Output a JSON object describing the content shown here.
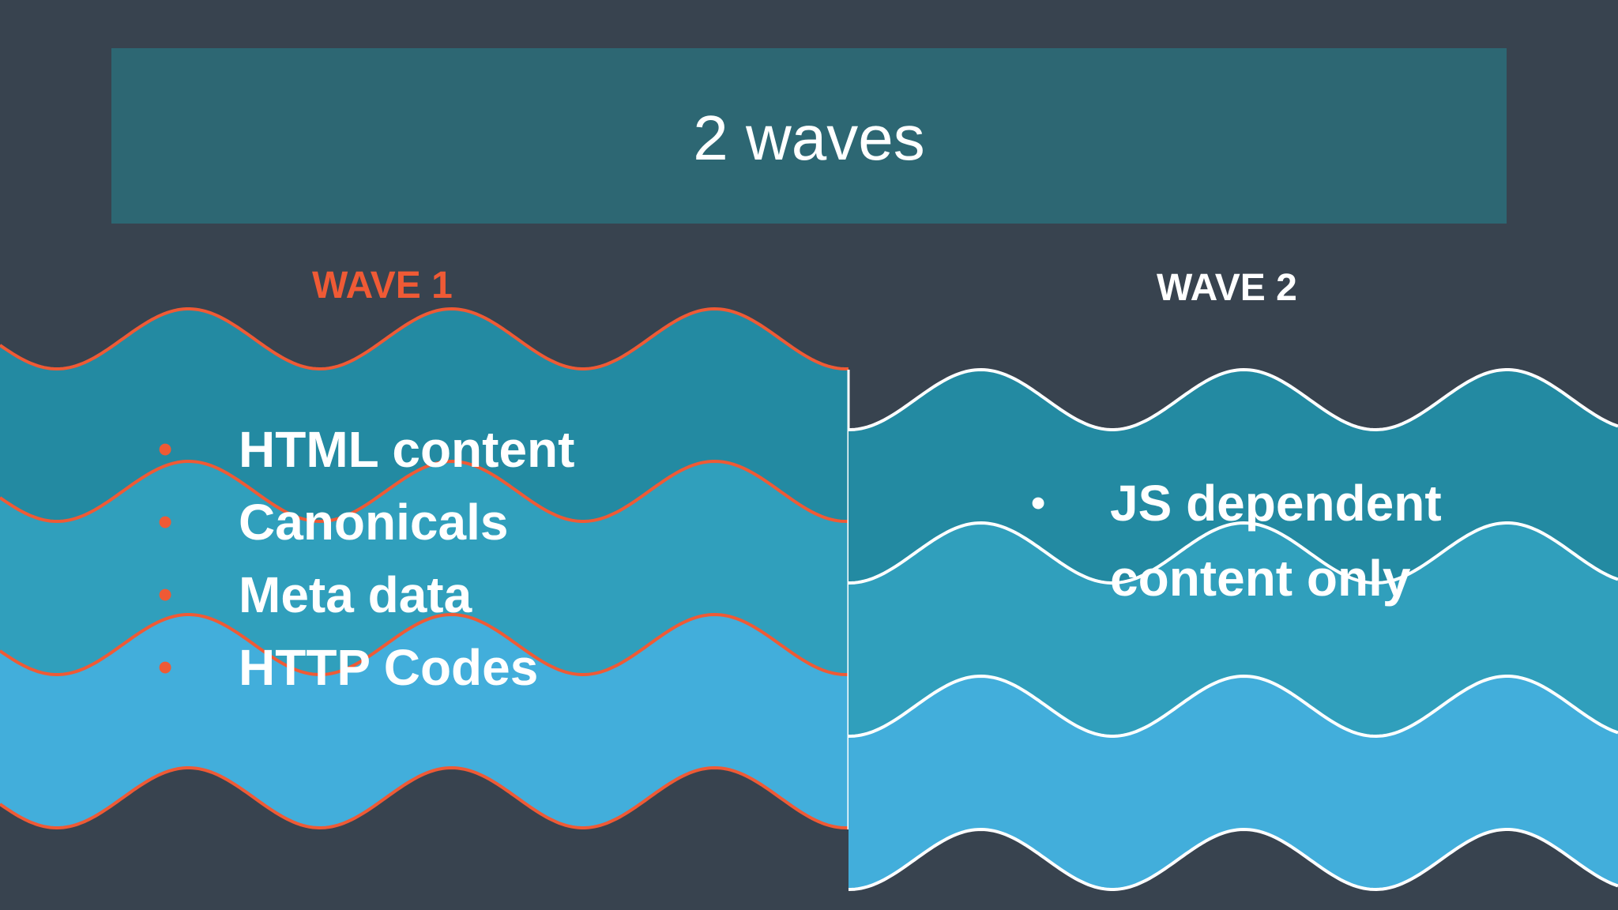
{
  "slide": {
    "title": "2 waves",
    "wave1": {
      "heading": "WAVE 1",
      "items": [
        "HTML content",
        "Canonicals",
        "Meta data",
        "HTTP Codes"
      ]
    },
    "wave2": {
      "heading": "WAVE 2",
      "items": [
        "JS dependent content only"
      ]
    }
  },
  "colors": {
    "background": "#38434f",
    "title_bar": "#2d6773",
    "accent_orange": "#ef5a35",
    "band_top": "#238aa2",
    "band_mid": "#309fbc",
    "band_bottom": "#42aedb",
    "outline_white": "#ffffff"
  }
}
